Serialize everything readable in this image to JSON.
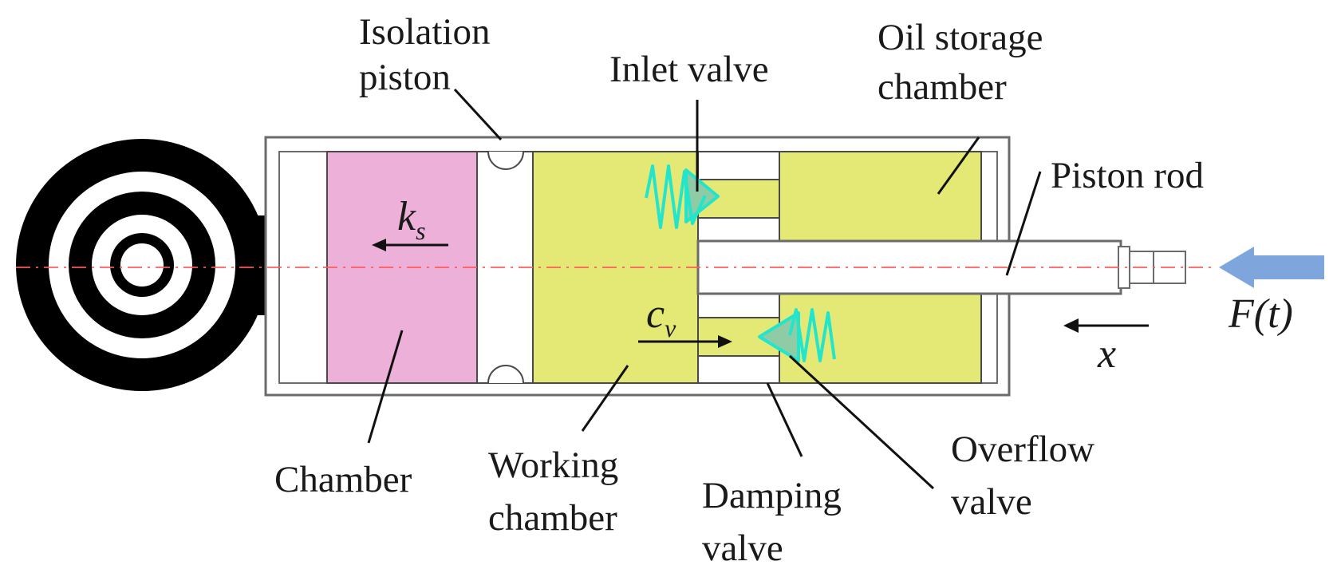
{
  "labels": {
    "isolation_piston": [
      "Isolation",
      "piston"
    ],
    "inlet_valve": "Inlet valve",
    "oil_storage_chamber": [
      "Oil storage",
      "chamber"
    ],
    "piston_rod": "Piston rod",
    "chamber": "Chamber",
    "working_chamber": [
      "Working",
      "chamber"
    ],
    "damping_valve": [
      "Damping",
      "valve"
    ],
    "overflow_valve": [
      "Overflow",
      "valve"
    ]
  },
  "symbols": {
    "spring_stiffness": {
      "base": "k",
      "subscript": "s"
    },
    "damping_coefficient": {
      "base": "c",
      "subscript": "v"
    },
    "displacement": "x",
    "force": "F(t)"
  },
  "colors": {
    "chamber_fill": "#EDB0D8",
    "oil_fill": "#E4E875",
    "valve_spring": "#22E5CC",
    "valve_body": "#8FCCA6",
    "force_arrow": "#7EA6DC",
    "centerline": "#FF5A5A",
    "mount": "#000000"
  }
}
